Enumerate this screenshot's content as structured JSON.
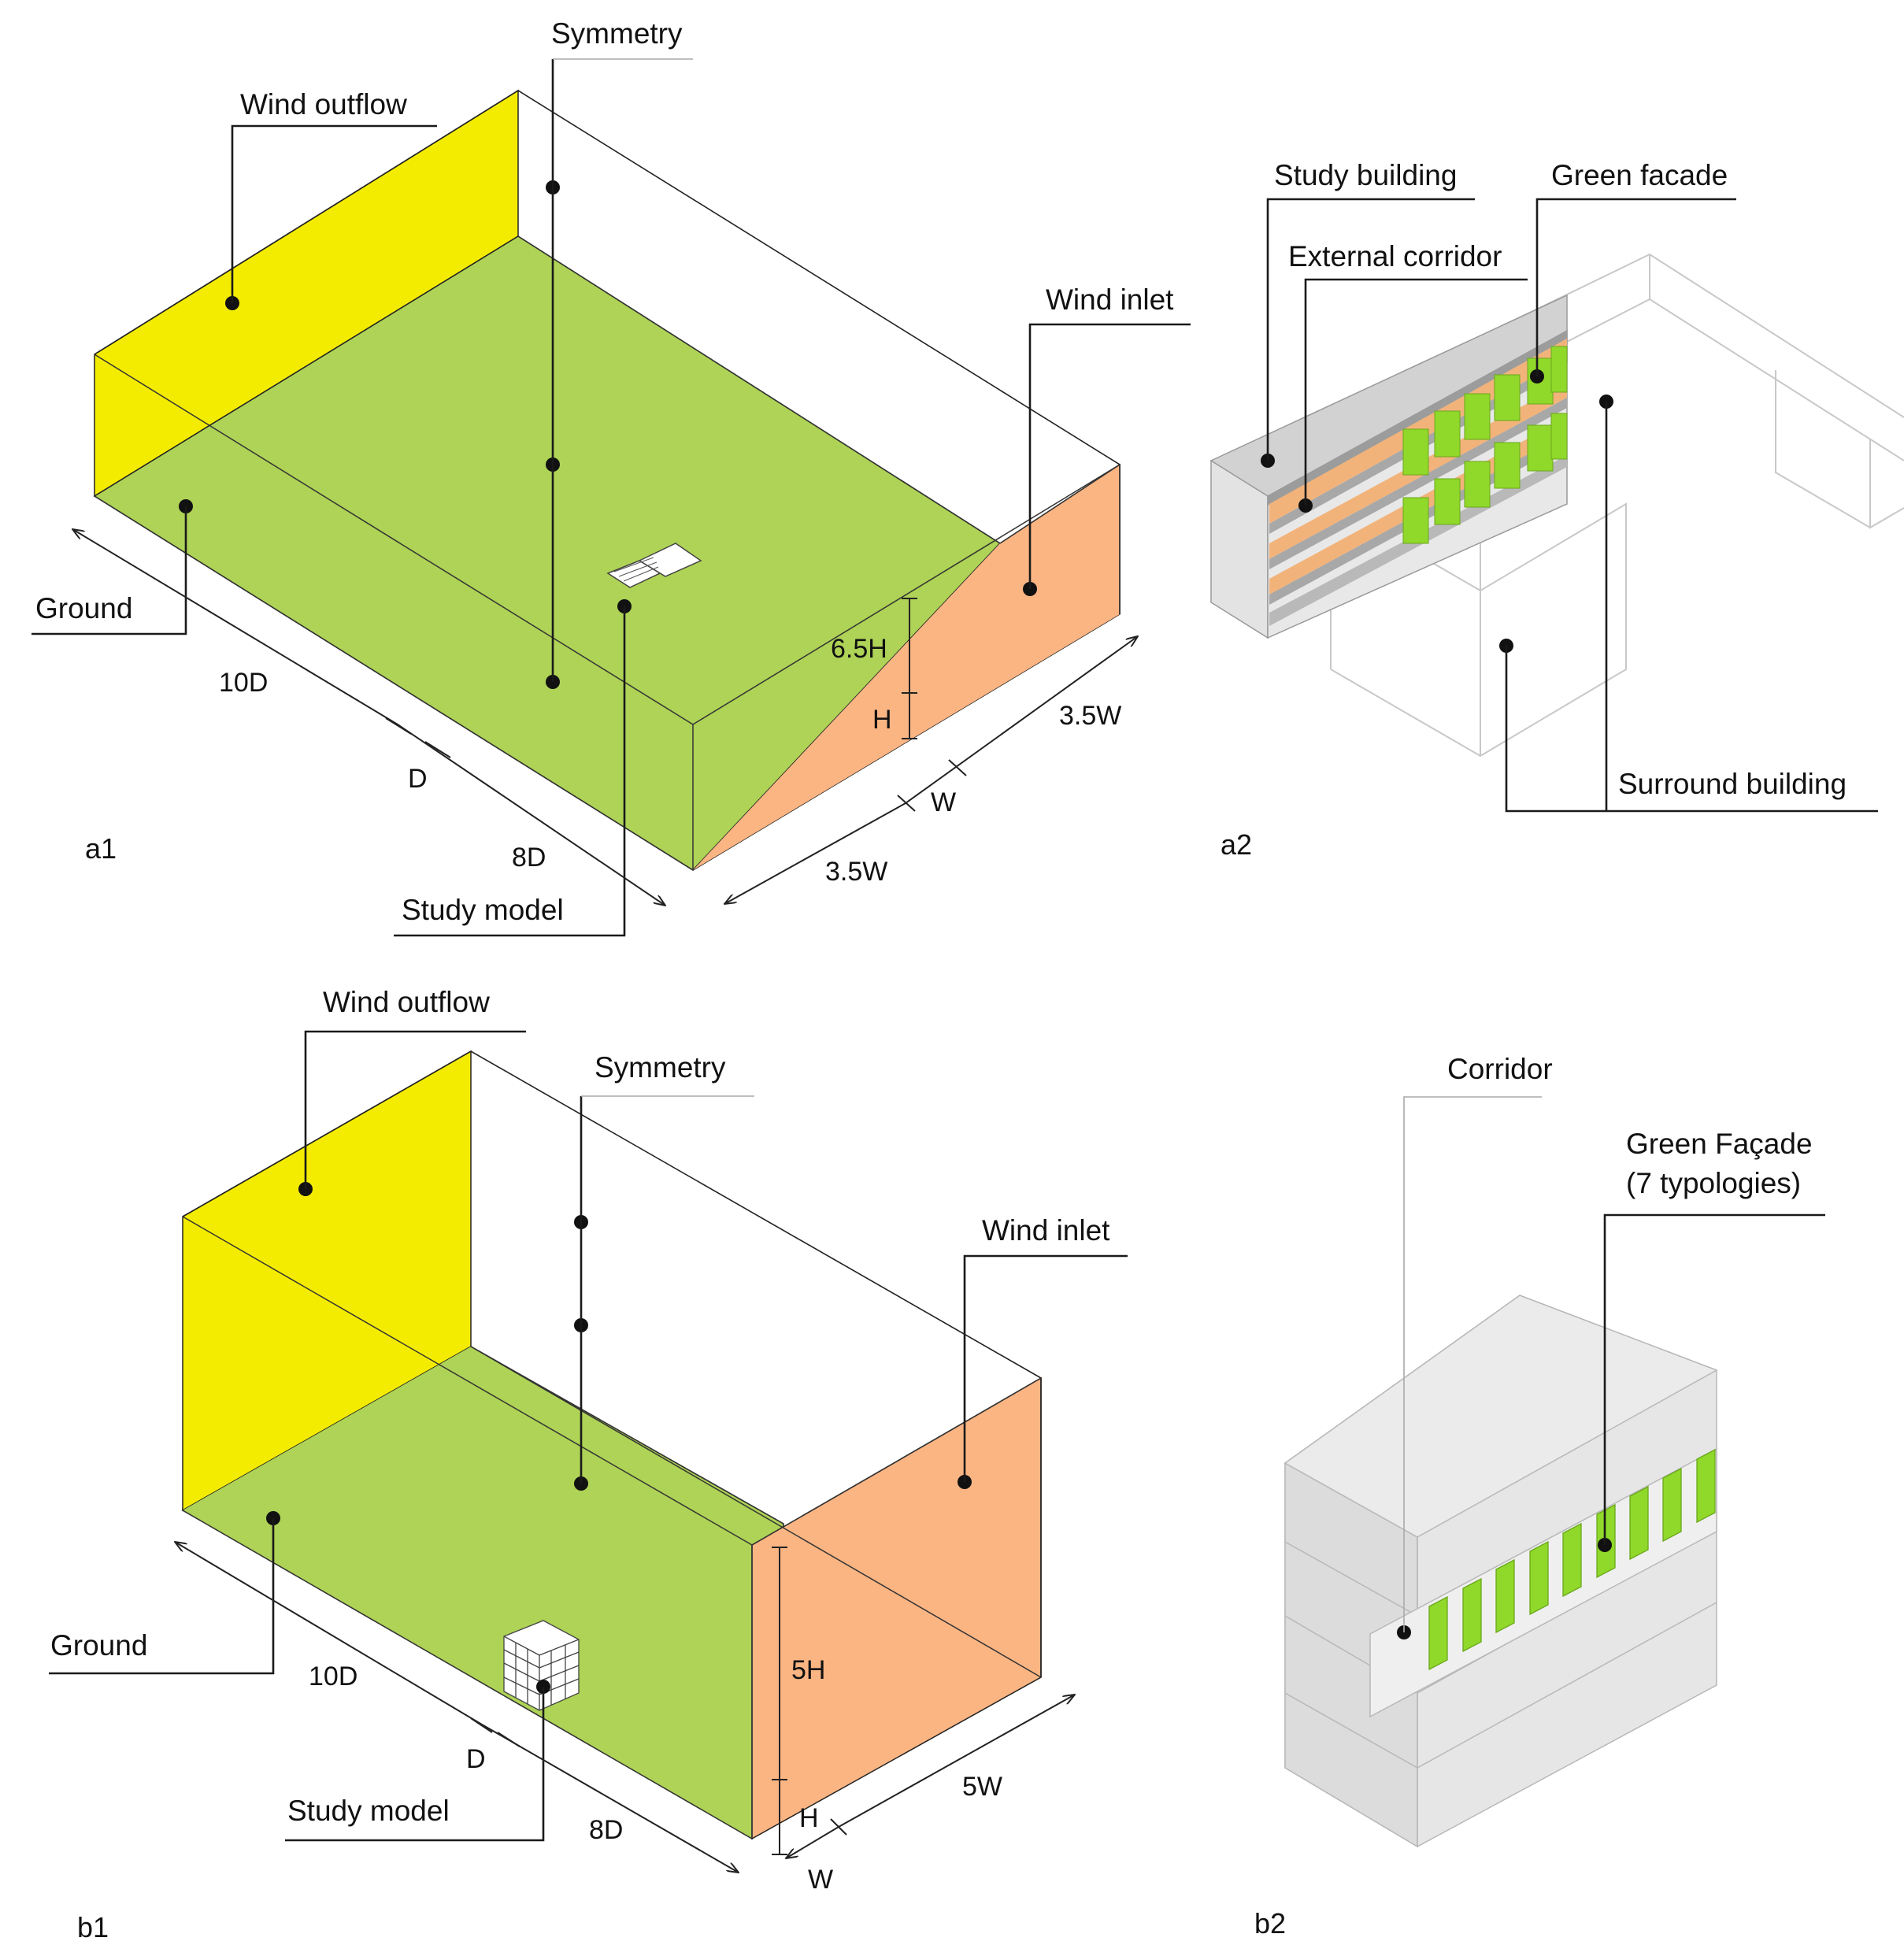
{
  "a1": {
    "panel_label": "a1",
    "labels": {
      "wind_outflow": "Wind outflow",
      "symmetry": "Symmetry",
      "wind_inlet": "Wind inlet",
      "ground": "Ground",
      "study_model": "Study model"
    },
    "dimensions": {
      "upstream": "10D",
      "depth": "D",
      "downstream": "8D",
      "height_above": "6.5H",
      "height": "H",
      "side_far": "3.5W",
      "width": "W",
      "side_near": "3.5W"
    }
  },
  "a2": {
    "panel_label": "a2",
    "labels": {
      "study_building": "Study building",
      "green_facade": "Green facade",
      "external_corridor": "External corridor",
      "surround_building": "Surround building"
    }
  },
  "b1": {
    "panel_label": "b1",
    "labels": {
      "wind_outflow": "Wind outflow",
      "symmetry": "Symmetry",
      "wind_inlet": "Wind inlet",
      "ground": "Ground",
      "study_model": "Study model"
    },
    "dimensions": {
      "upstream": "10D",
      "depth": "D",
      "downstream": "8D",
      "height_above": "5H",
      "height": "H",
      "side": "5W",
      "width": "W"
    }
  },
  "b2": {
    "panel_label": "b2",
    "labels": {
      "corridor": "Corridor",
      "green_facade_line1": "Green Façade",
      "green_facade_line2": "(7 typologies)"
    }
  },
  "colors": {
    "outflow": "#f4ec00",
    "ground": "#aed356",
    "inlet": "#fbb583",
    "building": "#e4e4e4",
    "facade": "#90d82a",
    "corridor_band": "#f2b37a"
  }
}
